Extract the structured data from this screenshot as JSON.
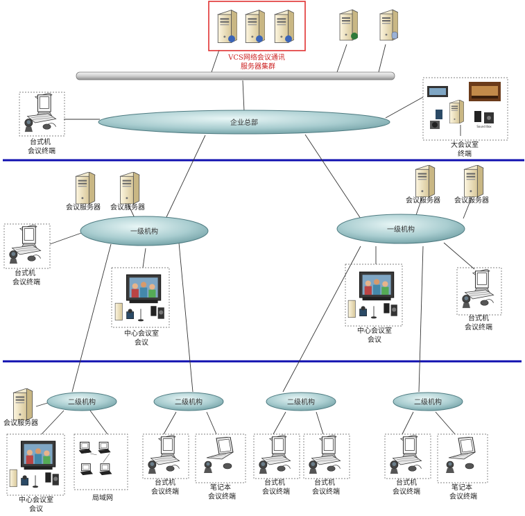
{
  "colors": {
    "hub_fill": "#a9cdd0",
    "hub_stroke": "#4d7a80",
    "tier_divider": "#1010b0",
    "vcs_box": "#e03030",
    "vcs_text": "#cc2222",
    "backbone": "#c8c8c8"
  },
  "vcs": {
    "line1": "VCS网络会议通讯",
    "line2": "服务器集群"
  },
  "hubs": {
    "hq": "企业总部",
    "l1_left": "一级机构",
    "l1_right": "一级机构",
    "l2_a": "二级机构",
    "l2_b": "二级机构",
    "l2_c": "二级机构",
    "l2_d": "二级机构"
  },
  "labels": {
    "hq_desk_1": "台式机",
    "hq_desk_2": "会议终端",
    "hq_room_1": "大会议室",
    "hq_room_2": "终端",
    "l1l_server_a": "会议服务器",
    "l1l_server_b": "会议服务器",
    "l1l_desk_1": "台式机",
    "l1l_desk_2": "会议终端",
    "l1l_center_1": "中心会议室",
    "l1l_center_2": "会议",
    "l1r_server_a": "会议服务器",
    "l1r_server_b": "会议服务器",
    "l1r_center_1": "中心会议室",
    "l1r_center_2": "会议",
    "l1r_desk_1": "台式机",
    "l1r_desk_2": "会议终端",
    "l2_server": "会议服务器",
    "l2a_center_1": "中心会议室",
    "l2a_center_2": "会议",
    "l2a_lan": "局域网",
    "l2b_desk_1": "台式机",
    "l2b_desk_2": "会议终端",
    "l2b_note_1": "笔记本",
    "l2b_note_2": "会议终端",
    "l2c_desk1_1": "台式机",
    "l2c_desk1_2": "会议终端",
    "l2c_desk2_1": "台式机",
    "l2c_desk2_2": "会议终端",
    "l2d_desk_1": "台式机",
    "l2d_desk_2": "会议终端",
    "l2d_note_1": "笔记本",
    "l2d_note_2": "会议终端"
  },
  "icons": {
    "server": "tower-server-icon",
    "desktop": "desktop-terminal-icon",
    "laptop": "laptop-terminal-icon",
    "room": "video-conference-room-icon",
    "lan": "lan-computers-icon"
  }
}
